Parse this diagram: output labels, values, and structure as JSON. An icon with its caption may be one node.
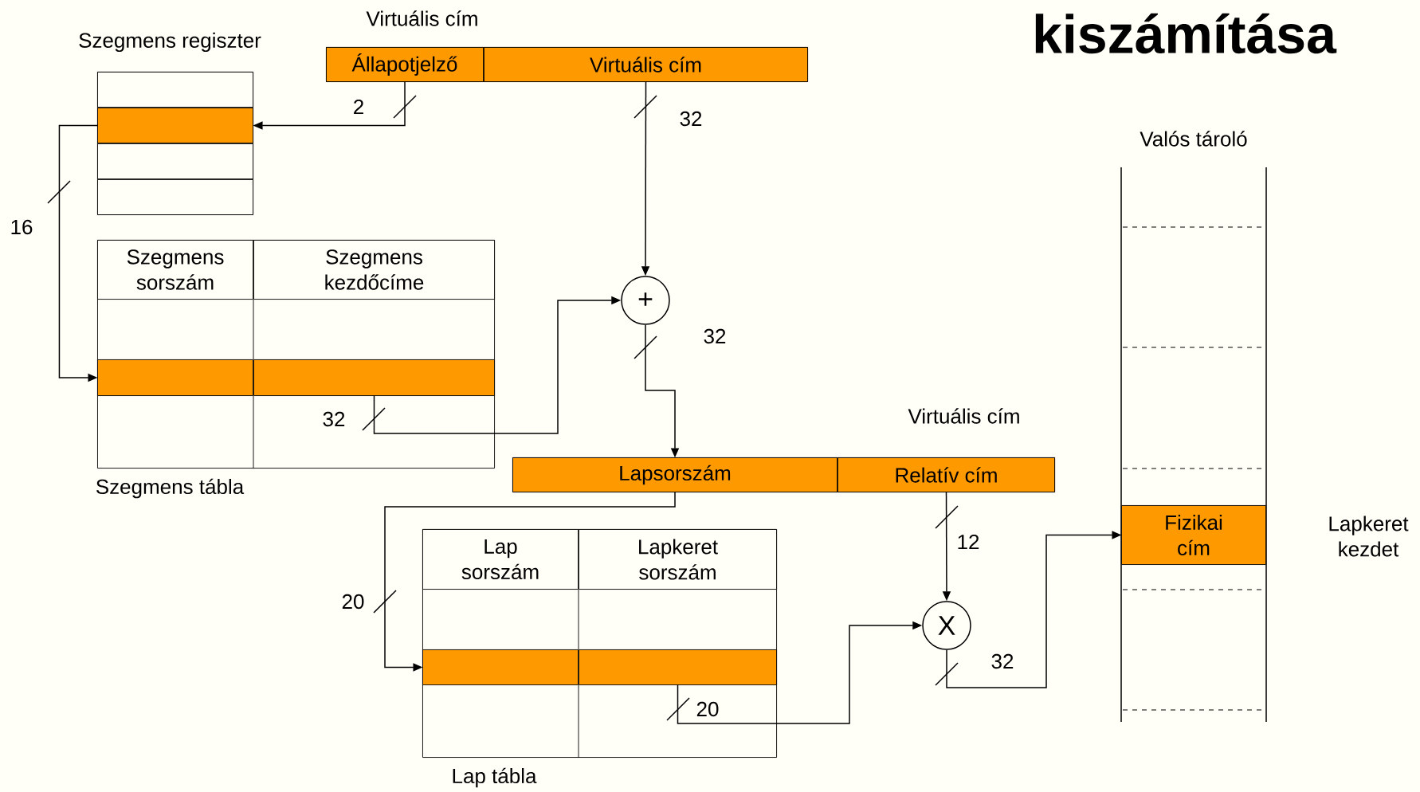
{
  "diagram": {
    "title": "kiszámítása",
    "nodes": [
      {
        "text": [
          "Szegmens regiszter"
        ]
      },
      {
        "text": [],
        "shape": "box",
        "in": 0
      },
      {
        "text": [],
        "shape": "box",
        "in": 0
      },
      {
        "text": [],
        "shape": "box",
        "in": 0
      },
      {
        "text": [],
        "shape": "box",
        "in": 0
      },
      {
        "text": [
          "Virtuális cím"
        ]
      },
      {
        "text": [
          "Állapotjelző"
        ],
        "in": 5
      },
      {
        "text": [
          "Virtuális cím"
        ],
        "in": 5
      },
      {
        "text": [
          "Szegmens tábla"
        ]
      },
      {
        "text": [
          "Szegmens sorszám"
        ],
        "in": 8
      },
      {
        "text": [
          "Szegmens kezdőcíme"
        ],
        "in": 8
      },
      {
        "text": [],
        "shape": "box",
        "in": 8
      },
      {
        "text": [],
        "shape": "box",
        "in": 8
      },
      {
        "text": [
          "+"
        ]
      },
      {
        "text": [
          "Virtuális cím"
        ]
      },
      {
        "text": [
          "Lapsorszám"
        ],
        "in": 14
      },
      {
        "text": [
          "Relatív cím"
        ],
        "in": 14
      },
      {
        "text": [
          "Lap tábla"
        ]
      },
      {
        "text": [
          "Lap sorszám"
        ],
        "in": 17
      },
      {
        "text": [
          "Lapkeret sorszám"
        ],
        "in": 17
      },
      {
        "text": [],
        "shape": "box",
        "in": 17
      },
      {
        "text": [],
        "shape": "box",
        "in": 17
      },
      {
        "text": [
          "X"
        ]
      },
      {
        "text": [
          "Valós tároló"
        ]
      },
      {
        "text": [
          "Fizikai cím"
        ],
        "in": 23,
        "beside": [
          "Lapkeret kezdet"
        ]
      }
    ],
    "edges": [
      {
        "from": 6,
        "to": 2,
        "arrow": "to",
        "label": "2"
      },
      {
        "from": 7,
        "to": 13,
        "arrow": "to",
        "label": "32"
      },
      {
        "from": 2,
        "to": 11,
        "arrow": "to",
        "label": "16"
      },
      {
        "from": 12,
        "to": 13,
        "arrow": "to",
        "label": "32"
      },
      {
        "from": 13,
        "to": 15,
        "arrow": "to",
        "label": "32"
      },
      {
        "from": 15,
        "to": 20,
        "arrow": "to",
        "label": "20"
      },
      {
        "from": 16,
        "to": 22,
        "arrow": "to",
        "label": "12"
      },
      {
        "from": 21,
        "to": 22,
        "arrow": "to",
        "label": "20"
      },
      {
        "from": 22,
        "to": 24,
        "arrow": "to",
        "label": "32"
      }
    ]
  }
}
